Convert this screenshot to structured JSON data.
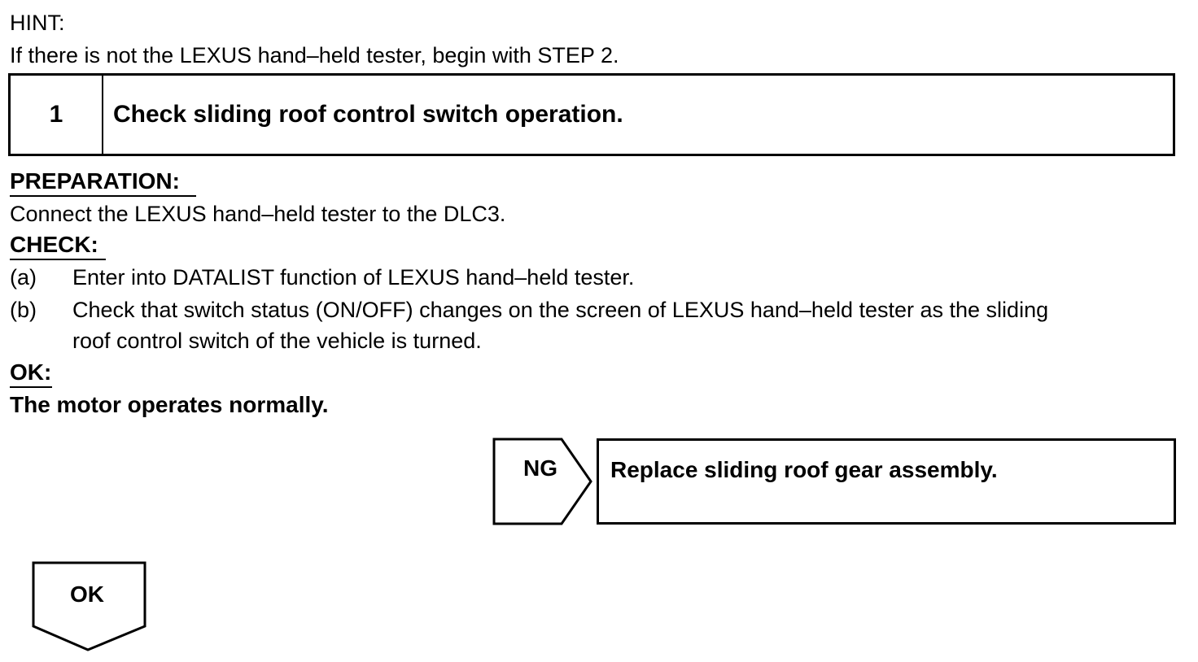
{
  "hint": {
    "label": "HINT:",
    "text": "If there is not the LEXUS hand–held tester, begin with STEP 2."
  },
  "step": {
    "number": "1",
    "title": "Check sliding roof control switch operation."
  },
  "preparation": {
    "label": "PREPARATION:",
    "text": "Connect the LEXUS hand–held tester to the DLC3."
  },
  "check": {
    "label": "CHECK:",
    "items": [
      {
        "marker": "(a)",
        "lines": [
          "Enter into DATALIST function of LEXUS hand–held tester."
        ]
      },
      {
        "marker": "(b)",
        "lines": [
          "Check that switch status (ON/OFF) changes on the screen of LEXUS hand–held tester as the sliding",
          "roof control switch of the vehicle is turned."
        ]
      }
    ]
  },
  "ok_spec": {
    "label": "OK:",
    "text": "The motor operates normally."
  },
  "ng_branch": {
    "label": "NG",
    "action": "Replace sliding roof gear assembly."
  },
  "ok_branch": {
    "label": "OK"
  }
}
